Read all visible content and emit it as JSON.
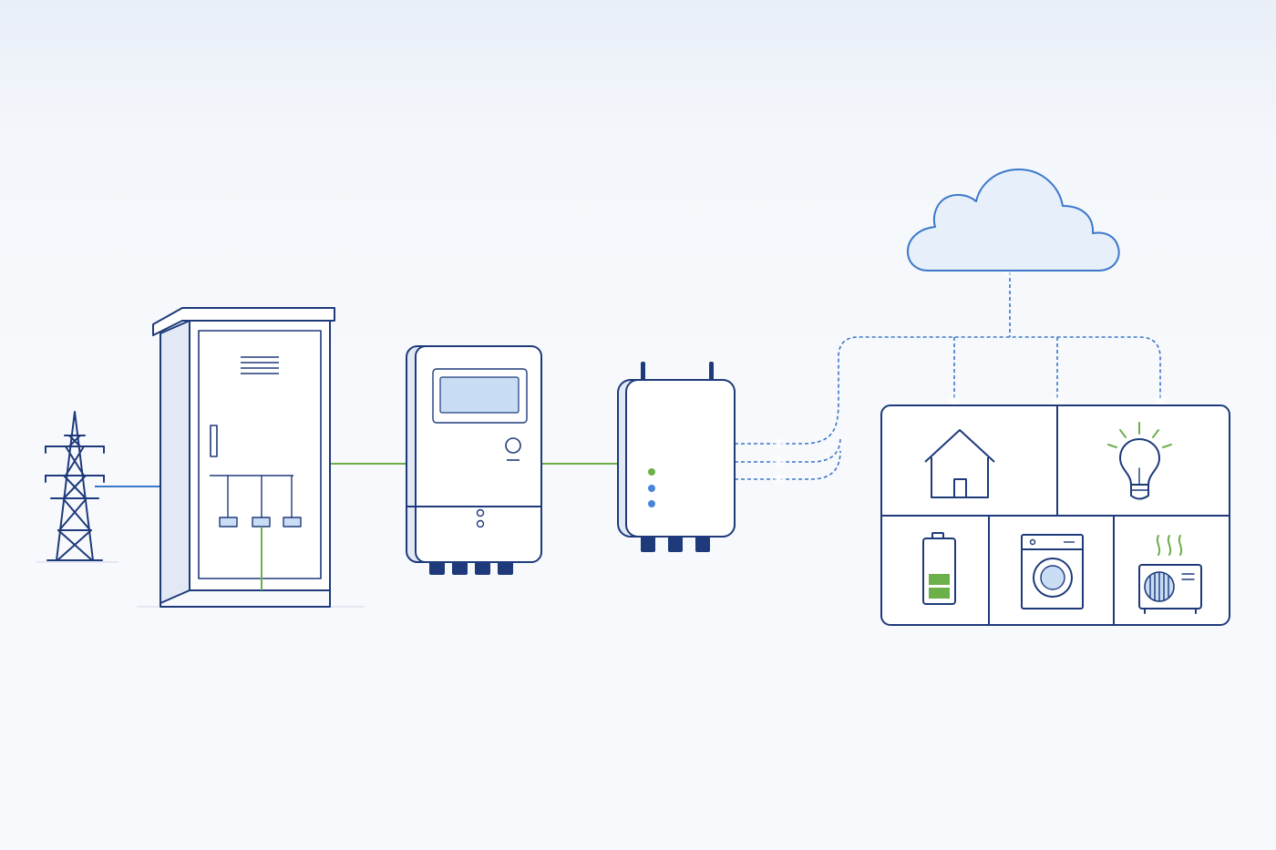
{
  "colors": {
    "line": "#1e3a7b",
    "accent_blue": "#3b78c9",
    "power_green": "#6cb04a",
    "fill_white": "#ffffff",
    "side_shade": "#e3e9f4",
    "screen_fill": "#c9ddf5",
    "cloud_fill": "#e6effa",
    "dot_blue": "#4a86d8",
    "dot_green": "#6cb04a"
  },
  "nodes": [
    {
      "id": "grid",
      "icon": "transmission-tower-icon"
    },
    {
      "id": "substation",
      "icon": "electrical-cabinet-icon"
    },
    {
      "id": "meter",
      "icon": "smart-meter-icon"
    },
    {
      "id": "gateway",
      "icon": "router-gateway-icon"
    },
    {
      "id": "cloud",
      "icon": "cloud-icon"
    },
    {
      "id": "home-panel",
      "icon": "home-devices-panel"
    }
  ],
  "devices": [
    {
      "id": "home",
      "icon": "house-icon"
    },
    {
      "id": "lighting",
      "icon": "lightbulb-icon"
    },
    {
      "id": "storage",
      "icon": "battery-icon",
      "charge_level": 0.5
    },
    {
      "id": "laundry",
      "icon": "washing-machine-icon"
    },
    {
      "id": "climate",
      "icon": "heat-pump-icon"
    }
  ],
  "gateway_leds": [
    "#6cb04a",
    "#4a86d8",
    "#4a86d8"
  ],
  "links": [
    {
      "from": "grid",
      "to": "substation",
      "kind": "power",
      "color": "#3b78c9"
    },
    {
      "from": "substation",
      "to": "meter",
      "kind": "power",
      "color": "#6cb04a"
    },
    {
      "from": "meter",
      "to": "gateway",
      "kind": "power",
      "color": "#6cb04a"
    },
    {
      "from": "gateway",
      "to": "home-panel",
      "kind": "data",
      "color": "#3b78c9"
    },
    {
      "from": "cloud",
      "to": "home-panel",
      "kind": "data",
      "color": "#3b78c9"
    }
  ]
}
